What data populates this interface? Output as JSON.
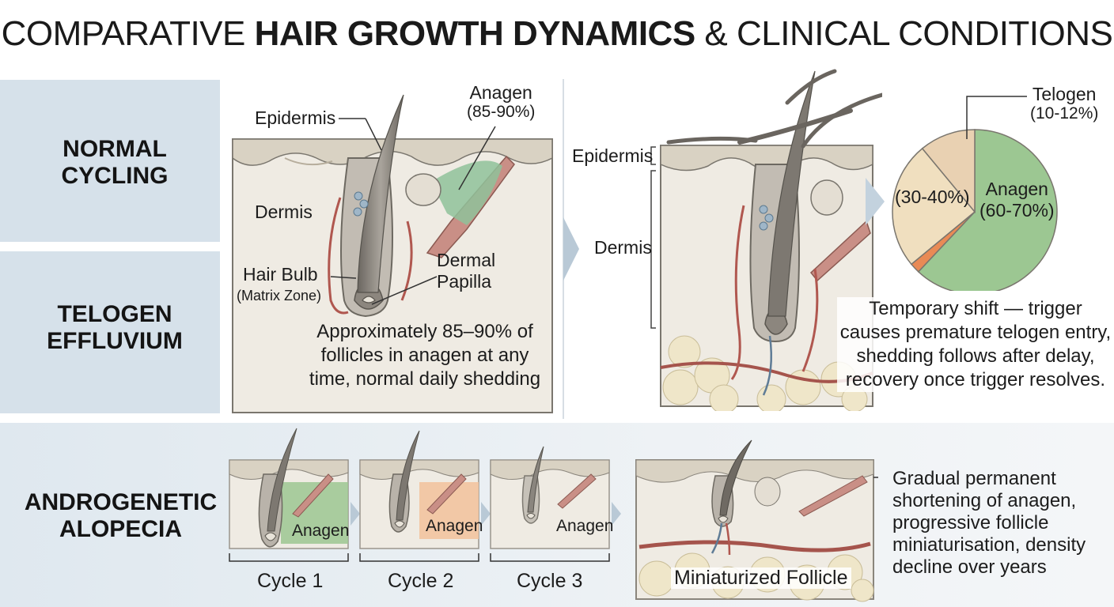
{
  "title": {
    "prefix": "COMPARATIVE ",
    "bold": "HAIR GROWTH DYNAMICS",
    "suffix": " & CLINICAL CONDITIONS"
  },
  "rows": {
    "normal": {
      "label_line1": "NORMAL",
      "label_line2": "CYCLING"
    },
    "telogen": {
      "label_line1": "TELOGEN",
      "label_line2": "EFFLUVIUM"
    },
    "androgenetic": {
      "label_line1": "ANDROGENETIC",
      "label_line2": "ALOPECIA"
    }
  },
  "normal_diagram": {
    "epidermis": "Epidermis",
    "dermis": "Dermis",
    "anagen_line1": "Anagen",
    "anagen_line2": "(85-90%)",
    "hair_bulb": "Hair Bulb",
    "matrix_zone": "(Matrix Zone)",
    "dermal_line1": "Dermal",
    "dermal_line2": "Papilla",
    "caption_line1": "Approximately 85–90% of",
    "caption_line2": "follicles in anagen at any",
    "caption_line3": "time, normal daily shedding"
  },
  "telogen_diagram": {
    "epidermis": "Epidermis",
    "dermis": "Dermis",
    "telogen_line1": "Telogen",
    "telogen_line2": "(10-12%)",
    "caption_line1": "Temporary shift — trigger",
    "caption_line2": "causes premature telogen entry,",
    "caption_line3": "shedding follows after delay,",
    "caption_line4": "recovery once trigger resolves."
  },
  "chart_data": {
    "type": "pie",
    "slices": [
      {
        "label": "Anagen",
        "range_text": "(60-70%)",
        "value": 62,
        "color": "#9cc792"
      },
      {
        "label": "",
        "range_text": "",
        "value": 2,
        "color": "#e98a55"
      },
      {
        "label": "",
        "range_text": "(30-40%)",
        "value": 25,
        "color": "#f0dfbf"
      },
      {
        "label": "Telogen",
        "range_text": "(10-12%)",
        "value": 11,
        "color": "#e9d1b2"
      }
    ]
  },
  "pie_labels": {
    "anagen_line1": "Anagen",
    "anagen_line2": "(60-70%)",
    "catagen": "(30-40%)"
  },
  "androgenetic_diagram": {
    "anagen_label": "Anagen",
    "cycles": [
      "Cycle 1",
      "Cycle 2",
      "Cycle 3"
    ],
    "miniaturized": "Miniaturized Follicle",
    "caption_line1": "Gradual permanent",
    "caption_line2": "shortening of anagen,",
    "caption_line3": "progressive follicle",
    "caption_line4": "miniaturisation, density",
    "caption_line5": "decline over years"
  },
  "colors": {
    "panel_blue": "#d6e1ea",
    "anagen_green": "#9cc792",
    "anagen_orange": "#f2c49e",
    "skin_beige": "#ece6da",
    "fat_cream": "#efe6c9",
    "follicle_gray": "#8a8680"
  }
}
